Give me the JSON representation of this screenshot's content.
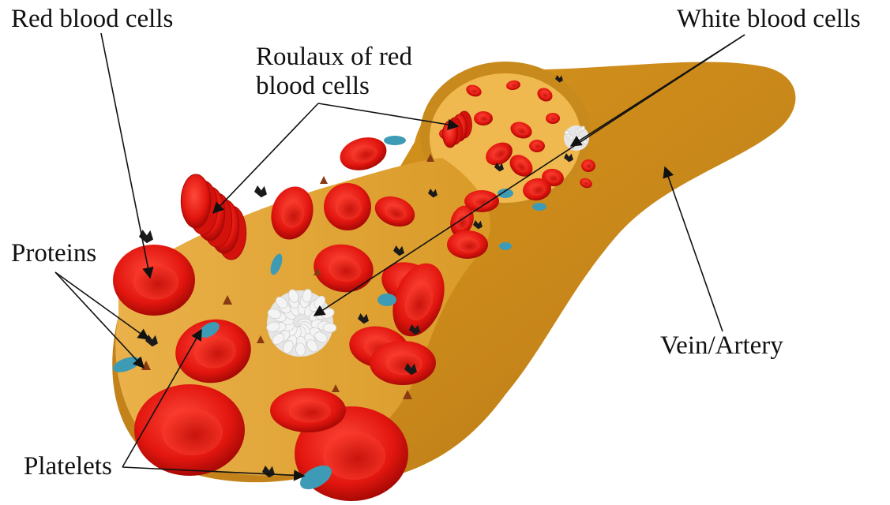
{
  "labels": {
    "red_blood_cells": "Red blood cells",
    "roulaux_line1": "Roulaux of red",
    "roulaux_line2": "blood cells",
    "white_blood_cells": "White blood cells",
    "proteins": "Proteins",
    "vein_artery": "Vein/Artery",
    "platelets": "Platelets"
  },
  "colors": {
    "vessel": "#e8a52a",
    "vessel_dark": "#b97a12",
    "red_cell": "#e2160f",
    "red_cell_dark": "#a80905",
    "platelet": "#3e9bb5",
    "protein": "#1a1a1a",
    "white_cell": "#f4f4f4"
  }
}
